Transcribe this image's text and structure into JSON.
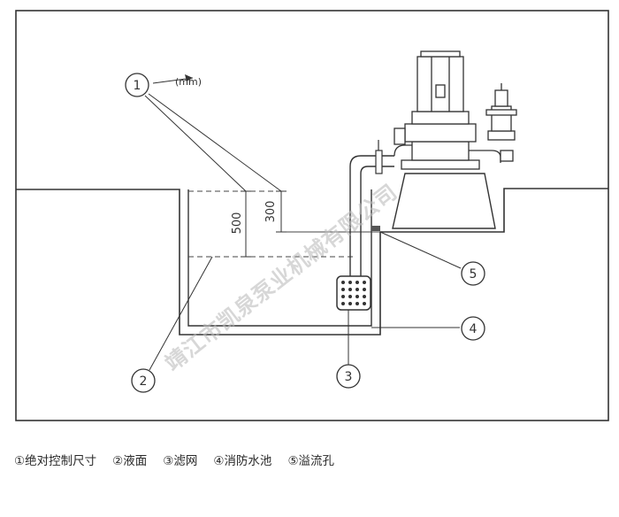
{
  "annotation": {
    "unit": "(mm)",
    "dim_500": "500",
    "dim_300": "300"
  },
  "callouts": [
    "1",
    "2",
    "3",
    "4",
    "5"
  ],
  "legend": [
    {
      "num": "①",
      "text": "绝对控制尺寸"
    },
    {
      "num": "②",
      "text": "液面"
    },
    {
      "num": "③",
      "text": "滤网"
    },
    {
      "num": "④",
      "text": "消防水池"
    },
    {
      "num": "⑤",
      "text": "溢流孔"
    }
  ],
  "watermark": "靖江市凯泉泵业机械有限公司"
}
